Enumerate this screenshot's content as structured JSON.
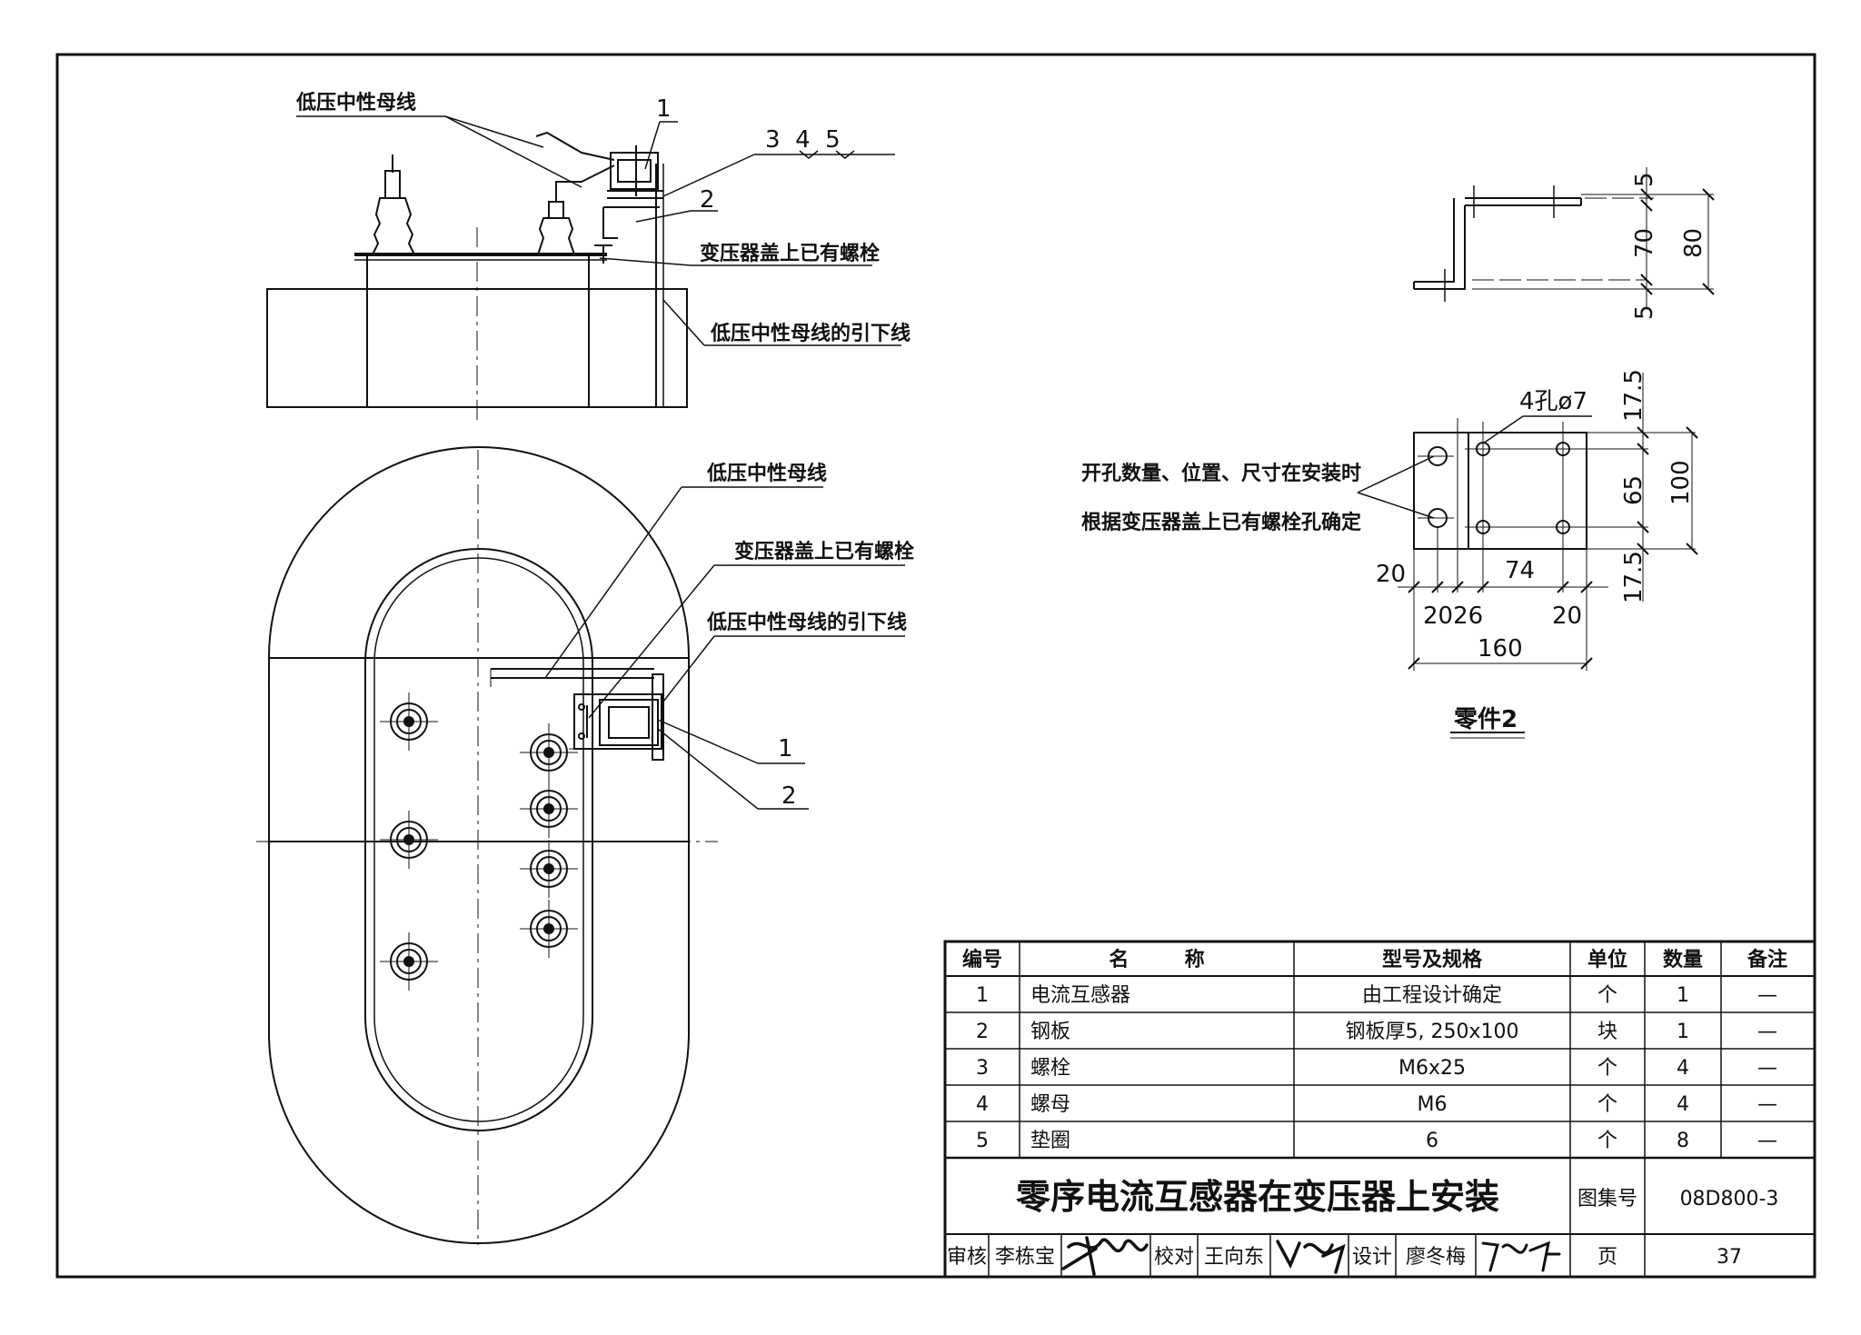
{
  "elevation_labels": {
    "neutral_bus": "低压中性母线",
    "cover_bolt": "变压器盖上已有螺栓",
    "bus_downlead": "低压中性母线的引下线",
    "item_1": "1",
    "item_2": "2",
    "items_345": "3  4  5"
  },
  "plan_labels": {
    "neutral_bus": "低压中性母线",
    "cover_bolt": "变压器盖上已有螺栓",
    "bus_downlead": "低压中性母线的引下线",
    "item_1": "1",
    "item_2": "2"
  },
  "part2": {
    "title": "零件2",
    "note_line1": "开孔数量、位置、尺寸在安装时",
    "note_line2": "根据变压器盖上已有螺栓孔确定",
    "hole_spec": "4孔ø7",
    "dims_side": {
      "top": "5",
      "mid": "70",
      "bottom": "5",
      "total": "80"
    },
    "dims_plan": {
      "top": "17.5",
      "mid": "65",
      "bottom": "17.5",
      "total": "100",
      "left": "20",
      "inner": "74",
      "left2": "2026",
      "right": "20",
      "width": "160"
    }
  },
  "parts_table": {
    "headers": [
      "编号",
      "名        称",
      "型号及规格",
      "单位",
      "数量",
      "备注"
    ],
    "rows": [
      [
        "1",
        "电流互感器",
        "由工程设计确定",
        "个",
        "1",
        "—"
      ],
      [
        "2",
        "钢板",
        "钢板厚5, 250x100",
        "块",
        "1",
        "—"
      ],
      [
        "3",
        "螺栓",
        "M6x25",
        "个",
        "4",
        "—"
      ],
      [
        "4",
        "螺母",
        "M6",
        "个",
        "4",
        "—"
      ],
      [
        "5",
        "垫圈",
        "6",
        "个",
        "8",
        "—"
      ]
    ]
  },
  "title_block": {
    "title": "零序电流互感器在变压器上安装",
    "atlas_label": "图集号",
    "atlas_no": "08D800-3",
    "review_label": "审核",
    "reviewer": "李栋宝",
    "check_label": "校对",
    "checker": "王向东",
    "design_label": "设计",
    "designer": "廖冬梅",
    "page_label": "页",
    "page_no": "37",
    "signatures": [
      "李栋宝",
      "王向东",
      "廖冬梅"
    ]
  }
}
